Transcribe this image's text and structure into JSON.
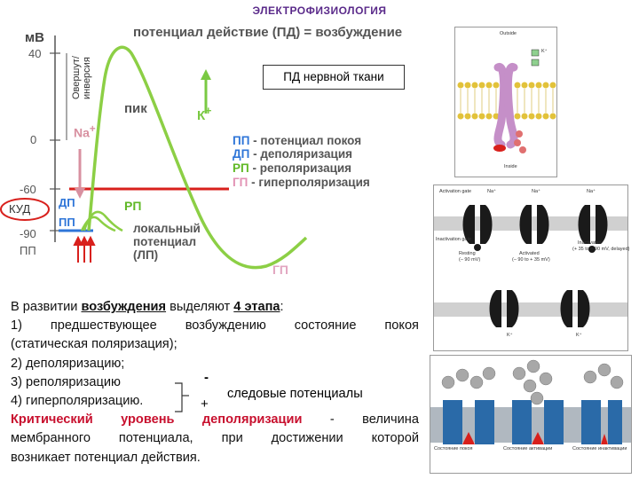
{
  "header": {
    "title": "ЭЛЕКТРОФИЗИОЛОГИЯ"
  },
  "graph": {
    "y_unit": "мВ",
    "y_ticks": [
      {
        "label": "40",
        "value": 40
      },
      {
        "label": "0",
        "value": 0
      },
      {
        "label": "-60",
        "value": -60
      },
      {
        "label": "-90",
        "value": -90
      }
    ],
    "side_labels": {
      "kud": "КУД",
      "pp": "ПП",
      "overshoot": "Овершут/\nинверсия"
    },
    "headline": "потенциал действие (ПД) = возбуждение",
    "peak": "пик",
    "na": "Na",
    "k": "К",
    "dp": "ДП",
    "pp_inner": "ПП",
    "rp": "РП",
    "gp": "ГП",
    "local": [
      "локальный",
      "потенциал",
      "(ЛП)"
    ],
    "box_label": "ПД нервной ткани",
    "colors": {
      "spike": "#8ccf45",
      "threshold": "#d8201c",
      "axis": "#555555",
      "na_arrow": "#d890a0",
      "k_arrow": "#7ac943",
      "gp_label": "#e2a6c0"
    }
  },
  "legend": [
    {
      "abbr": "ПП",
      "text": "- потенциал покоя",
      "color": "#2e75d8"
    },
    {
      "abbr": "ДП",
      "text": "- деполяризация",
      "color": "#2e75d8"
    },
    {
      "abbr": "РП",
      "text": "- реполяризация",
      "color": "#5fb825"
    },
    {
      "abbr": "ГП",
      "text": "- гиперполяризация",
      "color": "#e292b4"
    }
  ],
  "text": {
    "l1_a": "В развитии ",
    "l1_b": "возбуждения",
    "l1_c": " выделяют ",
    "l1_d": "4 этапа",
    "l1_e": ":",
    "l2": [
      "1)",
      "предшествующее",
      "возбуждению",
      "состояние",
      "покоя"
    ],
    "l3": "(статическая поляризация);",
    "l4": "2) деполяризацию;",
    "l5": "3) реполяризацию",
    "l6": "4) гиперполяризацию.",
    "trace_minus": "-",
    "trace_plus": "+",
    "trace_label": "следовые потенциалы",
    "l7": [
      "Критический",
      "уровень",
      "деполяризации",
      "-",
      "величина"
    ],
    "l8": [
      "мембранного",
      "потенциала,",
      "при",
      "достижении",
      "которой"
    ],
    "l9": "возникает потенциал действия."
  },
  "channel_panel": {
    "outside": "Outside",
    "inside": "Inside",
    "k": "K⁺"
  },
  "gates_panel": {
    "na": "Na⁺",
    "k": "K⁺",
    "activation_gate": "Activation gate",
    "inactivation_gate": "Inactivation gate",
    "resting": "Resting",
    "resting_mv": "(– 90 mV)",
    "activated": "Activated",
    "activated_mv": "(– 90 to + 35 mV)",
    "inactivated": "Inactivated",
    "inactivated_mv": "(+ 35 to – 90 mV, delayed)"
  },
  "states_panel": {
    "s1": "Состояние покоя",
    "s2": "Состояние активации",
    "s3": "Состояние инактивации"
  }
}
